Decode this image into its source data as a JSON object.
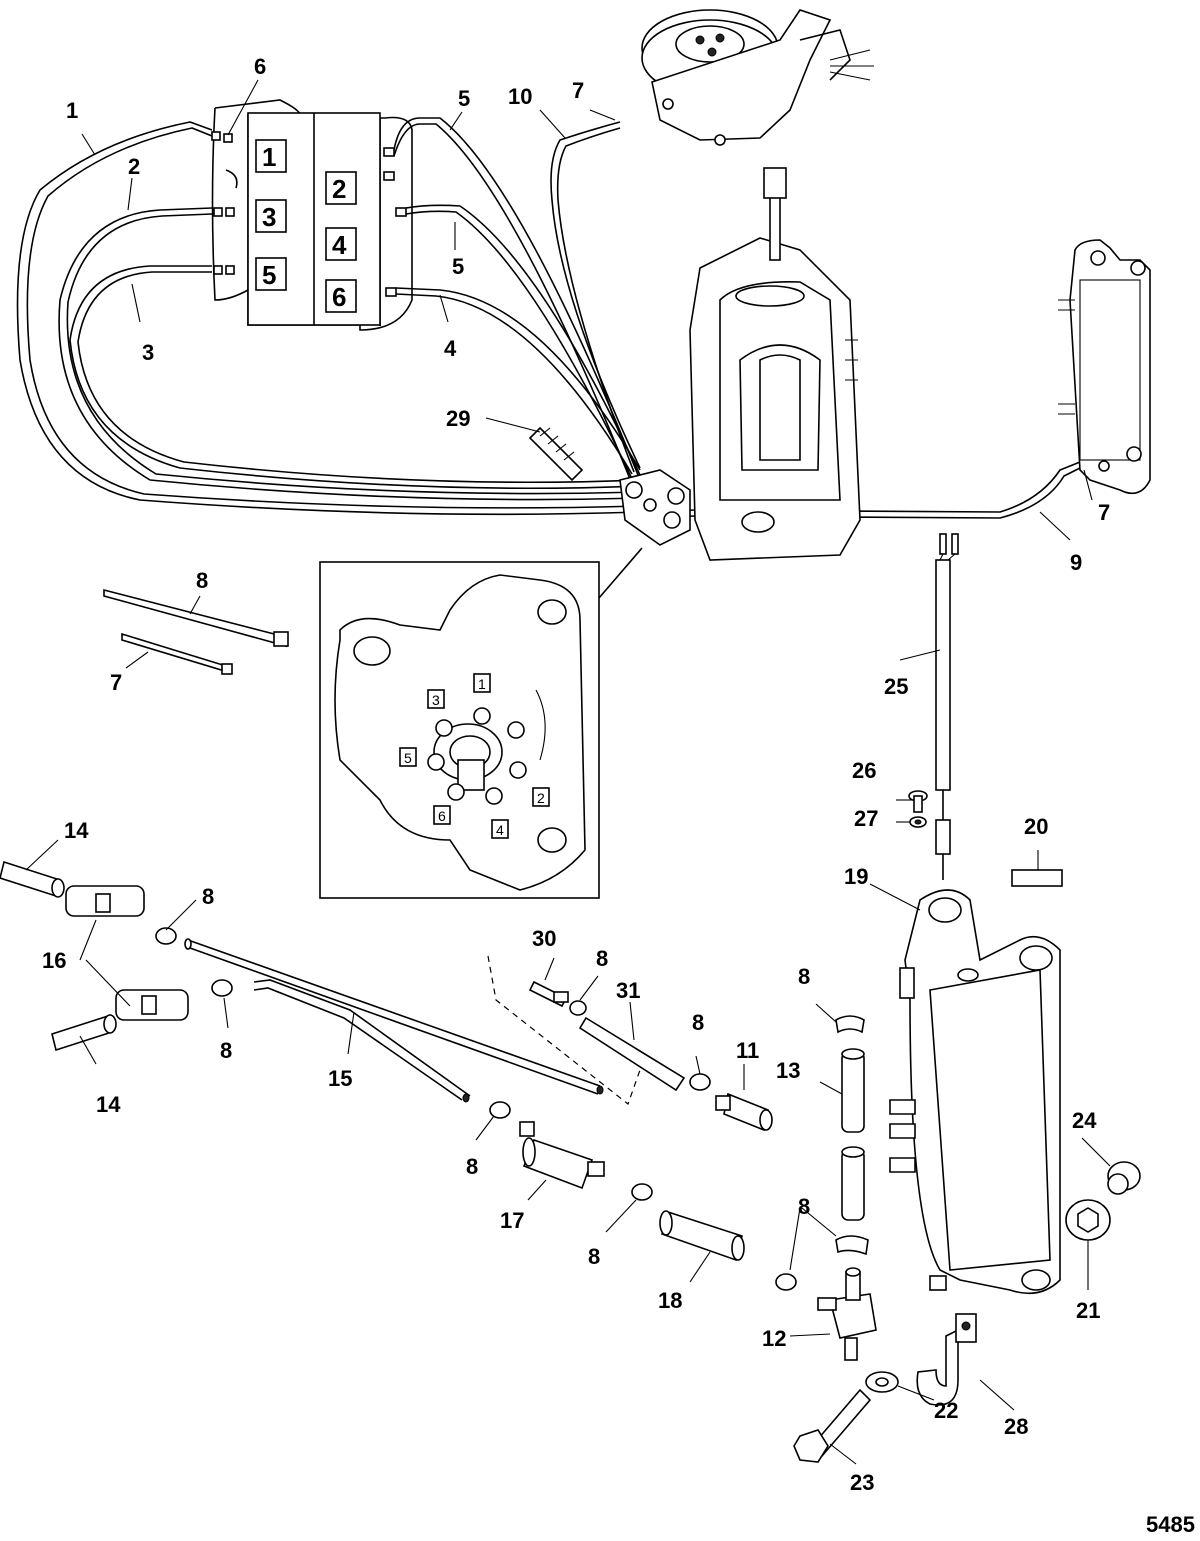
{
  "callouts": {
    "c1": "1",
    "c2": "2",
    "c3": "3",
    "c4": "4",
    "c5a": "5",
    "c5b": "5",
    "c6": "6",
    "c7a": "7",
    "c7b": "7",
    "c7c": "7",
    "c8a": "8",
    "c8b": "8",
    "c8c": "8",
    "c8d": "8",
    "c8e": "8",
    "c8f": "8",
    "c8g": "8",
    "c8h": "8",
    "c8i": "8",
    "c9": "9",
    "c10": "10",
    "c11": "11",
    "c12": "12",
    "c13": "13",
    "c14a": "14",
    "c14b": "14",
    "c15": "15",
    "c16": "16",
    "c17": "17",
    "c18": "18",
    "c19": "19",
    "c20": "20",
    "c21": "21",
    "c22": "22",
    "c23": "23",
    "c24": "24",
    "c25": "25",
    "c26": "26",
    "c27": "27",
    "c28": "28",
    "c29": "29",
    "c30": "30",
    "c31": "31"
  },
  "cylinder_labels": {
    "top": [
      "1",
      "2",
      "3",
      "4",
      "5",
      "6"
    ],
    "detail": [
      "1",
      "2",
      "3",
      "4",
      "5",
      "6"
    ]
  },
  "figure_number": "5485"
}
